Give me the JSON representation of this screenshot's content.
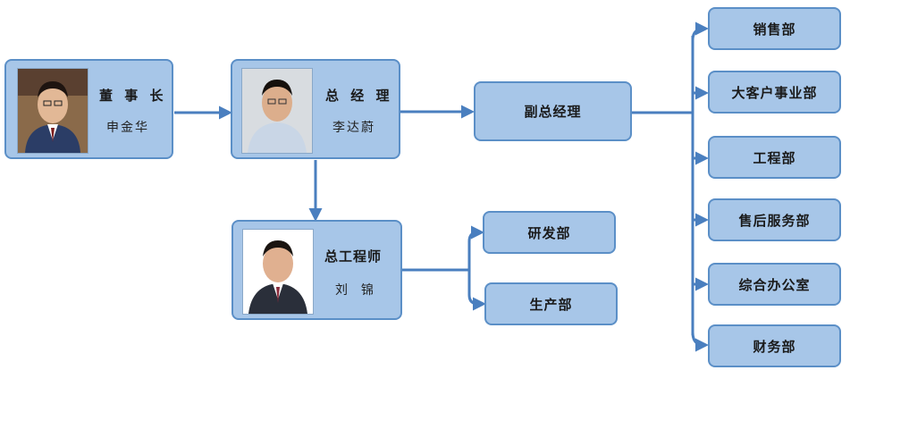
{
  "people": {
    "chairman": {
      "title": "董 事 长",
      "name": "申金华"
    },
    "gm": {
      "title": "总 经 理",
      "name": "李达蔚"
    },
    "chief_engineer": {
      "title": "总工程师",
      "name": "刘  锦"
    }
  },
  "vice_gm": {
    "label": "副总经理"
  },
  "engineering_depts": [
    {
      "label": "研发部"
    },
    {
      "label": "生产部"
    }
  ],
  "departments": [
    {
      "label": "销售部"
    },
    {
      "label": "大客户事业部"
    },
    {
      "label": "工程部"
    },
    {
      "label": "售后服务部"
    },
    {
      "label": "综合办公室"
    },
    {
      "label": "财务部"
    }
  ],
  "colors": {
    "box_fill": "#a7c6e8",
    "box_border": "#5b8fc7",
    "connector": "#4a7fbf"
  }
}
